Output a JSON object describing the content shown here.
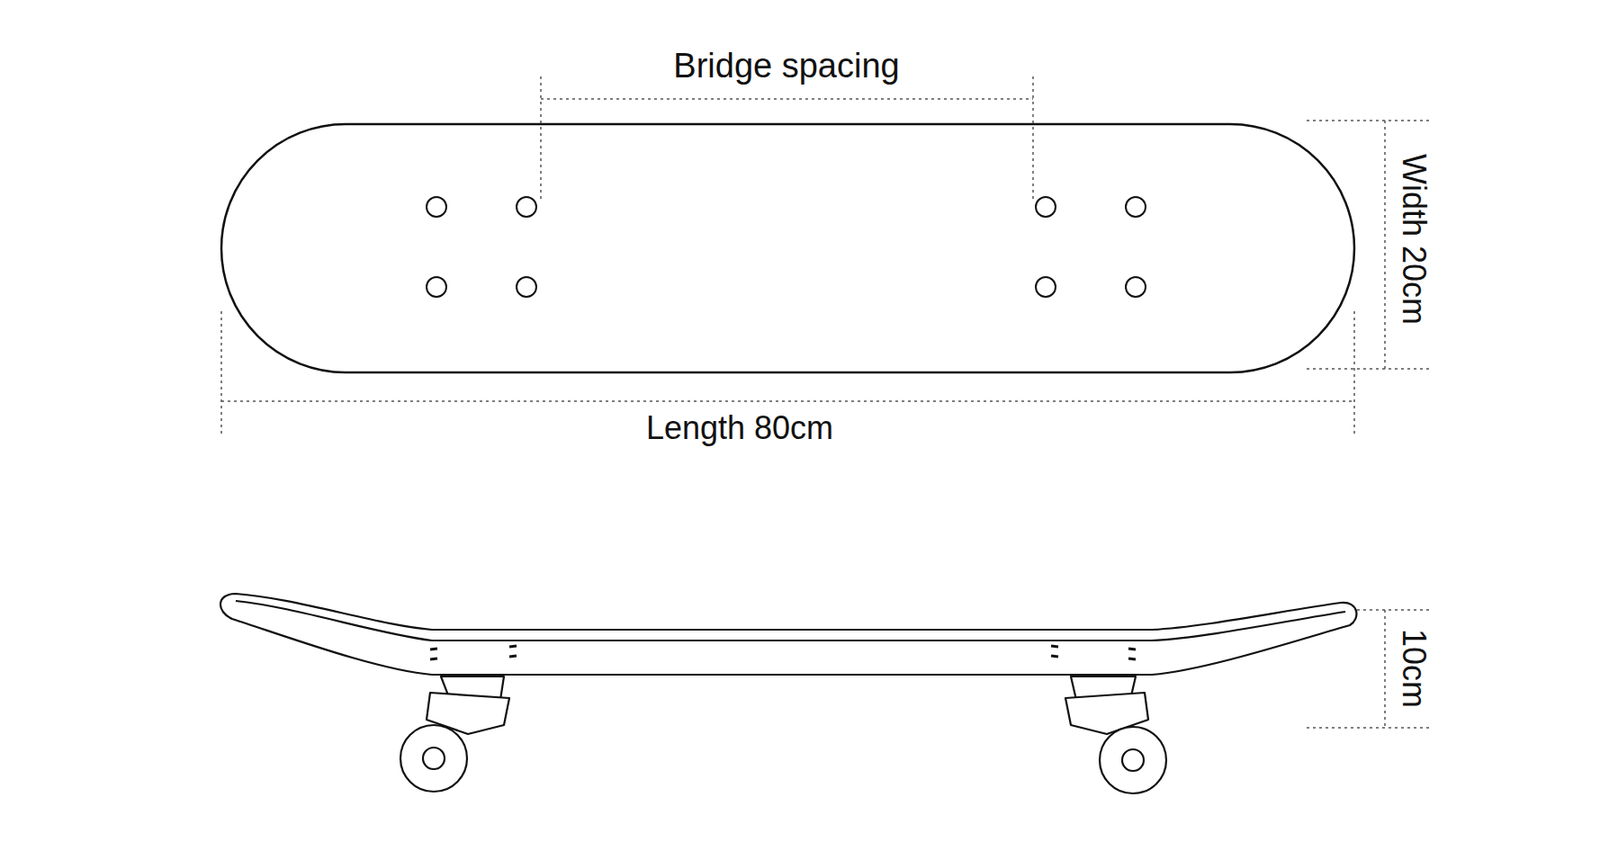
{
  "diagram": {
    "labels": [
      "Bridge spacing",
      "Width 20cm",
      "Length 80cm",
      "10cm"
    ]
  }
}
